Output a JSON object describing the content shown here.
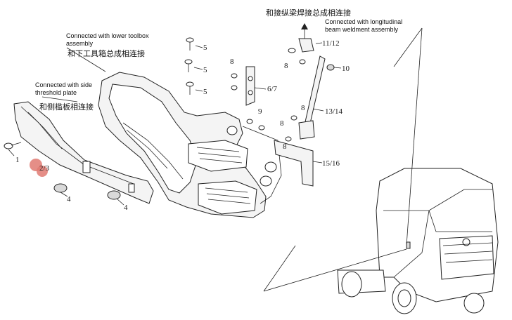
{
  "notes": {
    "lower_toolbox_en_1": "Connected with lower toolbox",
    "lower_toolbox_en_2": "assembly",
    "lower_toolbox_cn": "和下工具箱总成相连接",
    "side_threshold_en_1": "Connected with side",
    "side_threshold_en_2": "threshold plate",
    "side_threshold_cn": "和侧槛板相连接",
    "longitudinal_cn": "和接纵梁焊接总成相连接",
    "longitudinal_en_1": "Connected with longitudinal",
    "longitudinal_en_2": "beam weldment assembly"
  },
  "callouts": {
    "c1": "1",
    "c2": "2/3",
    "c4a": "4",
    "c4b": "4",
    "c5a": "5",
    "c5b": "5",
    "c5c": "5",
    "c67": "6/7",
    "c8a": "8",
    "c8b": "8",
    "c8c": "8",
    "c8d": "8",
    "c8e": "8",
    "c9": "9",
    "c10": "10",
    "c1112": "11/12",
    "c1314": "13/14",
    "c1516": "15/16"
  },
  "colors": {
    "highlight": "#e07a72",
    "line": "#222222"
  }
}
